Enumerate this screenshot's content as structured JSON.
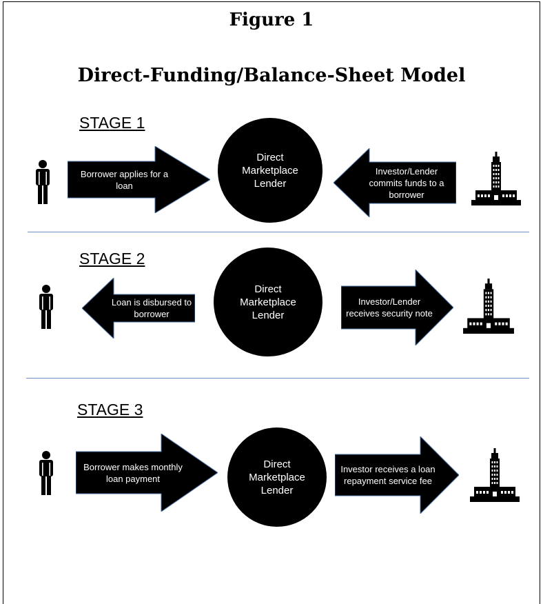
{
  "figure_label": "Figure 1",
  "title": "Direct-Funding/Balance-Sheet Model",
  "lender_label": "Direct Marketplace Lender",
  "icons": {
    "person": "person-icon",
    "building": "building-icon"
  },
  "colors": {
    "shape_fill": "#000000",
    "divider": "#6b8fc4",
    "text_on_shape": "#ffffff"
  },
  "stages": [
    {
      "label": "STAGE 1",
      "left_arrow": {
        "direction": "right",
        "text": "Borrower applies for a loan"
      },
      "right_arrow": {
        "direction": "left",
        "text": "Investor/Lender commits funds to a borrower"
      }
    },
    {
      "label": "STAGE 2",
      "left_arrow": {
        "direction": "left",
        "text": "Loan is disbursed to borrower"
      },
      "right_arrow": {
        "direction": "right",
        "text": "Investor/Lender receives security note"
      }
    },
    {
      "label": "STAGE 3",
      "left_arrow": {
        "direction": "right",
        "text": "Borrower makes monthly loan payment"
      },
      "right_arrow": {
        "direction": "right",
        "text": "Investor receives a loan repayment service fee"
      }
    }
  ]
}
